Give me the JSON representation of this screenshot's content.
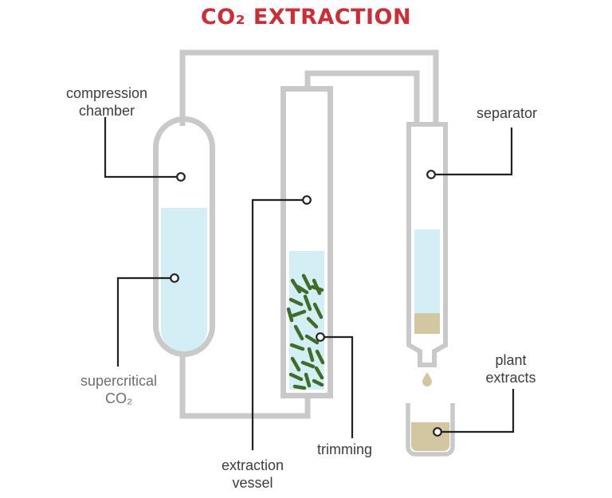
{
  "title": "CO₂ EXTRACTION",
  "labels": {
    "compression_chamber": [
      "compression",
      "chamber"
    ],
    "supercritical_co2": [
      "supercritical",
      "CO₂"
    ],
    "extraction_vessel": [
      "extraction",
      "vessel"
    ],
    "trimming": "trimming",
    "separator": "separator",
    "plant_extracts": [
      "plant",
      "extracts"
    ]
  },
  "colors": {
    "title": "#cc2d36",
    "pipe": "#c9c9c9",
    "liquid": "#d4eef5",
    "trimming": "#3f6d27",
    "extract": "#d3c7a1",
    "leader": "#222222"
  },
  "icons": [
    "compression-chamber-vessel-icon",
    "extraction-vessel-icon",
    "separator-icon",
    "collection-beaker-icon",
    "co2-drop-icon"
  ]
}
